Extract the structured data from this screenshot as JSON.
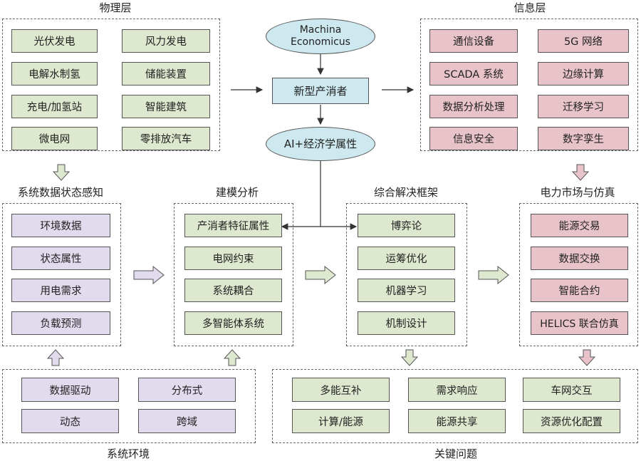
{
  "titles": {
    "physical": "物理层",
    "information": "信息层",
    "perception": "系统数据状态感知",
    "modeling": "建模分析",
    "framework": "综合解决框架",
    "market": "电力市场与仿真",
    "environment": "系统环境",
    "key_issues": "关键问题"
  },
  "center": {
    "machina_line1": "Machina",
    "machina_line2": "Economicus",
    "prosumer": "新型产消者",
    "ai": "AI+经济学属性"
  },
  "physical_items": [
    "光伏发电",
    "风力发电",
    "电解水制氢",
    "储能装置",
    "充电/加氢站",
    "智能建筑",
    "微电网",
    "零排放汽车"
  ],
  "information_items": [
    "通信设备",
    "5G 网络",
    "SCADA 系统",
    "边缘计算",
    "数据分析处理",
    "迁移学习",
    "信息安全",
    "数字孪生"
  ],
  "perception_items": [
    "环境数据",
    "状态属性",
    "用电需求",
    "负载预测"
  ],
  "modeling_items": [
    "产消者特征属性",
    "电网约束",
    "系统耦合",
    "多智能体系统"
  ],
  "framework_items": [
    "博弈论",
    "运筹优化",
    "机器学习",
    "机制设计"
  ],
  "market_items": [
    "能源交易",
    "数据交换",
    "智能合约",
    "HELICS 联合仿真"
  ],
  "environment_items": [
    "数据驱动",
    "分布式",
    "动态",
    "跨域"
  ],
  "key_issue_items": [
    "多能互补",
    "需求响应",
    "车网交互",
    "计算/能源",
    "能源共享",
    "资源优化配置"
  ],
  "colors": {
    "green": "#dde8cf",
    "pink": "#e8c4ca",
    "purple": "#e2dbee",
    "blue": "#cde8ee"
  }
}
